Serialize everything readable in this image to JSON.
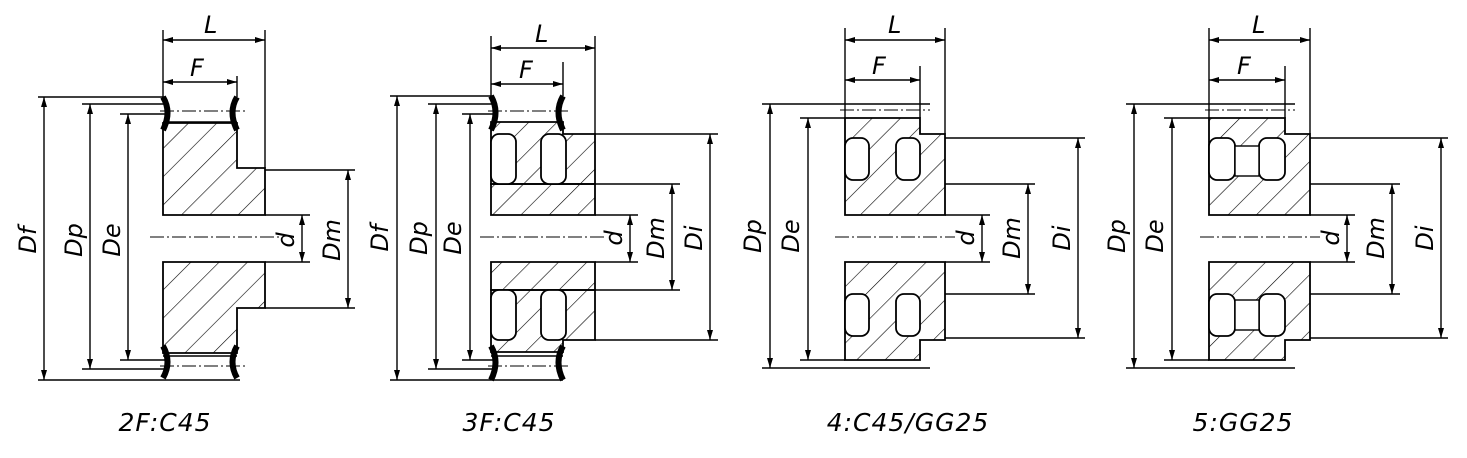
{
  "labels": {
    "L": "L",
    "F": "F",
    "Df": "Df",
    "Dp": "Dp",
    "De": "De",
    "d": "d",
    "Dm": "Dm",
    "Di": "Di"
  },
  "captions": [
    "2F:C45",
    "3F:C45",
    "4:C45/GG25",
    "5:GG25"
  ]
}
